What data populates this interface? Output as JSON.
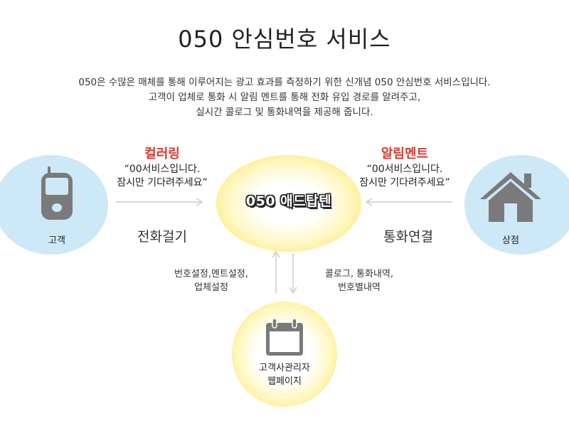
{
  "header": {
    "title": "050  안심번호 서비스"
  },
  "intro": {
    "lines": [
      "050은 수많은 매체를 통해 이루어지는 광고 효과를 측정하기 위한 신개념 050 안심번호 서비스입니다.",
      "고객이 업체로 통화 시 알림 멘트를 통해 전화 유입 경로를 알려주고,",
      "실시간 콜로그 및 통화내역을 제공해 줍니다."
    ]
  },
  "nodes": {
    "customer": {
      "label": "고객",
      "icon": "mobile-phone-icon"
    },
    "center": {
      "label": "050 애드탑텐"
    },
    "store": {
      "label": "상점",
      "icon": "house-icon"
    },
    "admin": {
      "label_line1": "고객사관리자",
      "label_line2": "웹페이지",
      "icon": "calendar-icon"
    }
  },
  "left_flow": {
    "title": "컬러링",
    "quote_line1": "“00서비스입니다.",
    "quote_line2": "잠시만 기다려주세요”",
    "action": "전화걸기"
  },
  "right_flow": {
    "title": "알림멘트",
    "quote_line1": "“00서비스입니다.",
    "quote_line2": "잠시만 기다려주세요”",
    "action": "통화연결"
  },
  "bottom_flow": {
    "up_line1": "번호설정,멘트설정,",
    "up_line2": "업체설정",
    "down_line1": "콜로그, 통화내역,",
    "down_line2": "번호별내역"
  },
  "colors": {
    "accent_red": "#e0382c",
    "node_blue": "#cde8f6",
    "node_yellow": "#ffd93a",
    "icon_gray": "#7a7a7a",
    "arrow_gray": "#cccccc"
  }
}
